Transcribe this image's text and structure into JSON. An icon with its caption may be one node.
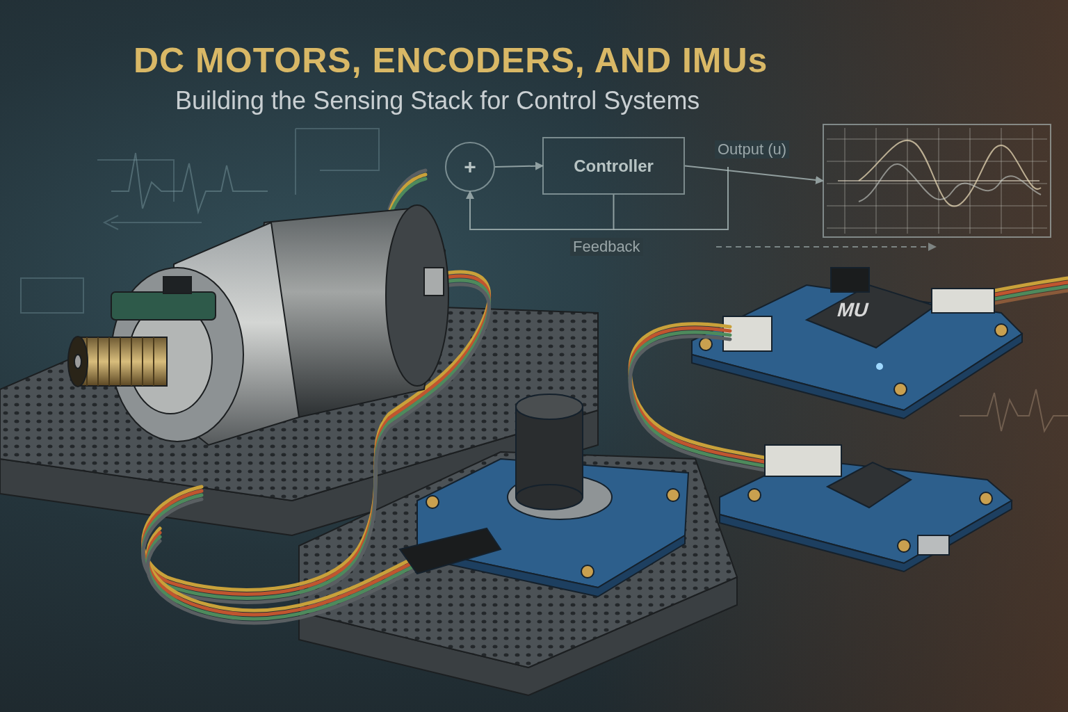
{
  "diagram": {
    "title": "DC MOTORS, ENCODERS, AND IMUs",
    "nodes": [
      {
        "text": [
          "+"
        ]
      },
      {
        "text": [
          "Controller"
        ]
      },
      {
        "text": [],
        "shape": "picture"
      }
    ],
    "edges": [
      {
        "from": 0,
        "to": 1,
        "arrow": "to"
      },
      {
        "from": 1,
        "to": 2,
        "arrow": "to",
        "label": "Output (u)"
      },
      {
        "from": 1,
        "to": 0,
        "arrow": "to",
        "label": "Feedback"
      }
    ],
    "labels": [
      "Building the Sensing Stack for Control Systems",
      "MU"
    ]
  }
}
